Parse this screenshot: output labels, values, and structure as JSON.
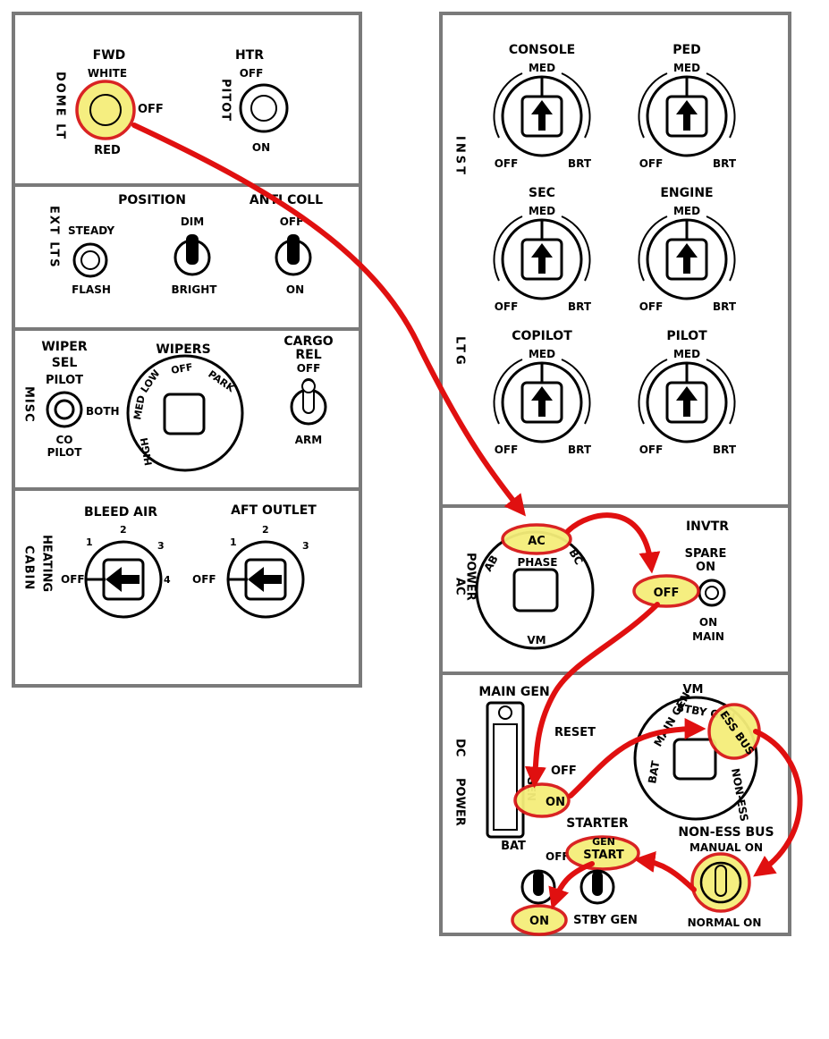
{
  "left_panel": {
    "dome_lt": {
      "side_label": "DOME LT",
      "fwd": "FWD",
      "white": "WHITE",
      "off": "OFF",
      "red": "RED"
    },
    "pitot": {
      "side_label": "PITOT",
      "htr": "HTR",
      "off": "OFF",
      "on": "ON"
    },
    "ext_lts": {
      "side_label": "EXT LTS",
      "position": "POSITION",
      "anti_coll": "ANTI COLL",
      "steady": "STEADY",
      "flash": "FLASH",
      "dim": "DIM",
      "bright": "BRIGHT",
      "off": "OFF",
      "on": "ON"
    },
    "misc": {
      "side_label": "MISC",
      "wiper_sel_1": "WIPER",
      "wiper_sel_2": "SEL",
      "pilot": "PILOT",
      "both": "BOTH",
      "co": "CO",
      "co_pilot": "PILOT",
      "wipers": "WIPERS",
      "dial": [
        "HIGH",
        "MED",
        "LOW",
        "OFF",
        "PARK"
      ],
      "cargo": "CARGO",
      "rel": "REL",
      "off": "OFF",
      "arm": "ARM"
    },
    "cabin_heating": {
      "side_label_1": "CABIN",
      "side_label_2": "HEATING",
      "bleed_air": "BLEED AIR",
      "aft_outlet": "AFT OUTLET",
      "bleed_positions": [
        "OFF",
        "1",
        "2",
        "3",
        "4"
      ],
      "aft_positions": [
        "OFF",
        "1",
        "2",
        "3"
      ]
    }
  },
  "right_panel": {
    "inst_ltg": {
      "side_label_1": "INST",
      "side_label_2": "LTG",
      "knobs": [
        {
          "name": "CONSOLE",
          "med": "MED",
          "off": "OFF",
          "brt": "BRT"
        },
        {
          "name": "PED",
          "med": "MED",
          "off": "OFF",
          "brt": "BRT"
        },
        {
          "name": "SEC",
          "med": "MED",
          "off": "OFF",
          "brt": "BRT"
        },
        {
          "name": "ENGINE",
          "med": "MED",
          "off": "OFF",
          "brt": "BRT"
        },
        {
          "name": "COPILOT",
          "med": "MED",
          "off": "OFF",
          "brt": "BRT"
        },
        {
          "name": "PILOT",
          "med": "MED",
          "off": "OFF",
          "brt": "BRT"
        }
      ]
    },
    "ac_power": {
      "side_label_1": "AC",
      "side_label_2": "POWER",
      "ac": "AC",
      "ab": "AB",
      "bc": "BC",
      "phase": "PHASE",
      "vm": "VM",
      "invtr": "INVTR",
      "spare_1": "SPARE",
      "spare_on": "ON",
      "off": "OFF",
      "on": "ON",
      "main": "MAIN"
    },
    "dc_power": {
      "side_label_1": "DC",
      "side_label_2": "POWER",
      "main_gen": "MAIN GEN",
      "reset": "RESET",
      "off": "OFF",
      "on": "ON",
      "gen_letters": "GEN",
      "vm": "VM",
      "stby_gen": "STBY GEN",
      "ess_bus": "ESS BUS",
      "non_ess": "NON-ESS",
      "bat_dial": "BAT",
      "main_gen_dial": "MAIN GEN",
      "bat": "BAT",
      "starter": "STARTER",
      "gen": "GEN",
      "start": "START",
      "starter_off": "OFF",
      "starter_on": "ON",
      "stby_gen_label": "STBY GEN",
      "non_ess_bus": "NON-ESS BUS",
      "manual_on": "MANUAL ON",
      "normal_on": "NORMAL ON"
    }
  },
  "colors": {
    "highlight_fill": "#f5ee7a",
    "highlight_stroke": "#d81818",
    "arrow": "#e01010",
    "panel_border": "#7a7a7a"
  }
}
